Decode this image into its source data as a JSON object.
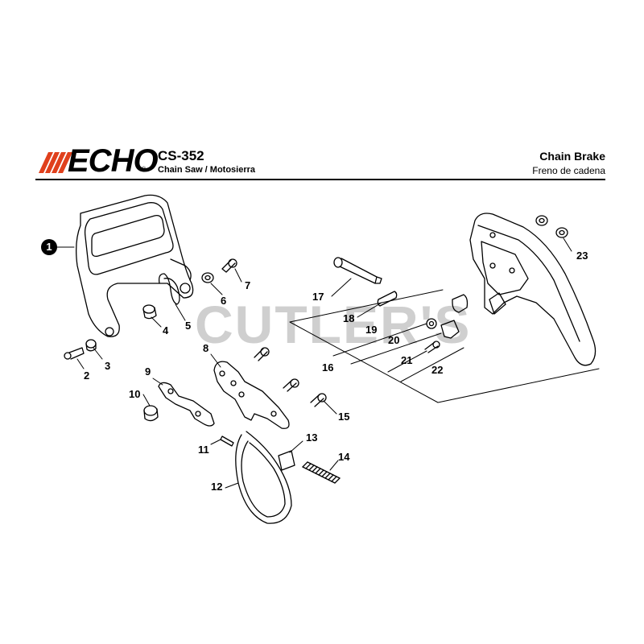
{
  "header": {
    "brand": "ECHO",
    "trademark": "®",
    "model": "CS-352",
    "subtitle": "Chain Saw / Motosierra",
    "section_title": "Chain Brake",
    "section_title_es": "Freno de cadena"
  },
  "watermark": "CUTLER'S",
  "callouts": {
    "c1": "1",
    "c2": "2",
    "c3": "3",
    "c4": "4",
    "c5": "5",
    "c6": "6",
    "c7": "7",
    "c8": "8",
    "c9": "9",
    "c10": "10",
    "c11": "11",
    "c12": "12",
    "c13": "13",
    "c14": "14",
    "c15": "15",
    "c16": "16",
    "c17": "17",
    "c18": "18",
    "c19": "19",
    "c20": "20",
    "c21": "21",
    "c22": "22",
    "c23": "23"
  }
}
